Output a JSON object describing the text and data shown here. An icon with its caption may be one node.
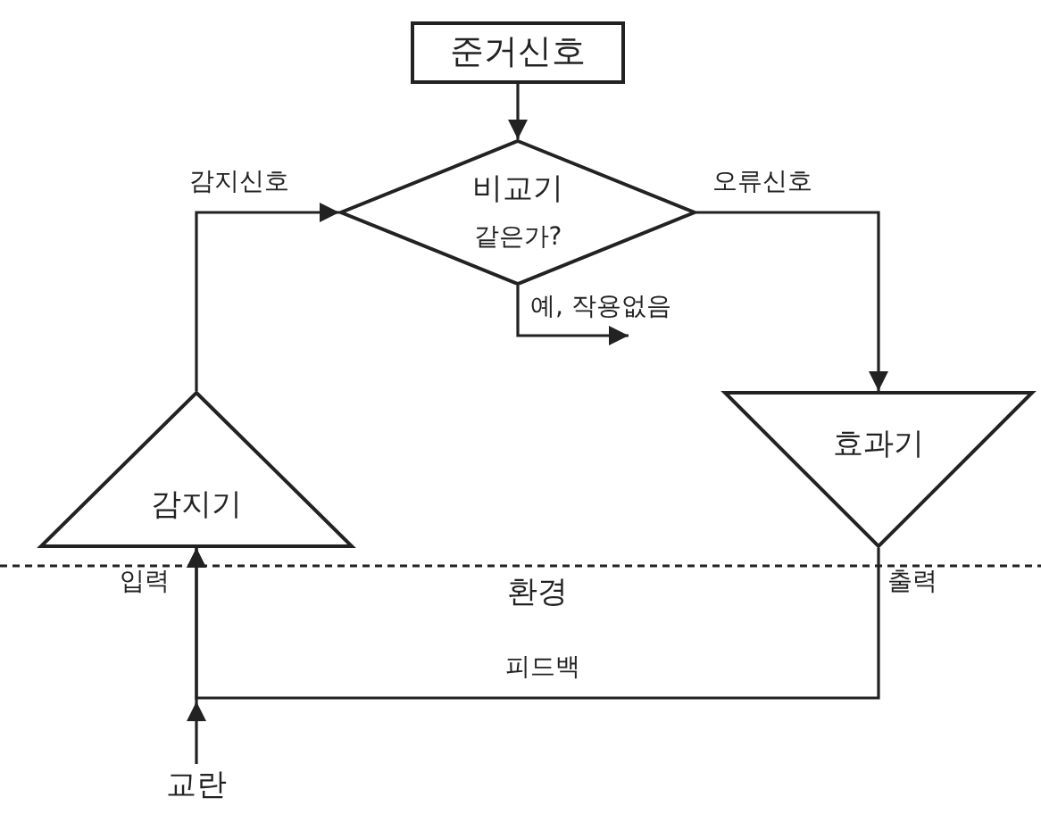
{
  "diagram": {
    "nodes": [
      {
        "text": [
          "준거신호"
        ]
      },
      {
        "text": [
          "비교기",
          "같은가?"
        ]
      },
      {
        "text": [
          "감지기"
        ]
      },
      {
        "text": [
          "효과기"
        ]
      },
      {
        "text": [
          "교란"
        ]
      }
    ],
    "edges": [
      {
        "from": 0,
        "to": 1,
        "arrow": "to"
      },
      {
        "from": 2,
        "to": 1,
        "arrow": "to",
        "label": "감지신호"
      },
      {
        "from": 1,
        "to": 3,
        "arrow": "to",
        "label": "오류신호"
      },
      {
        "from": 1,
        "to": null,
        "arrow": "to",
        "label": "예, 작용없음"
      },
      {
        "from": 3,
        "to": 2,
        "arrow": "to",
        "label": "피드백"
      },
      {
        "from": 4,
        "to": 2,
        "arrow": "to"
      }
    ],
    "labels": [
      "입력",
      "환경",
      "출력"
    ]
  }
}
